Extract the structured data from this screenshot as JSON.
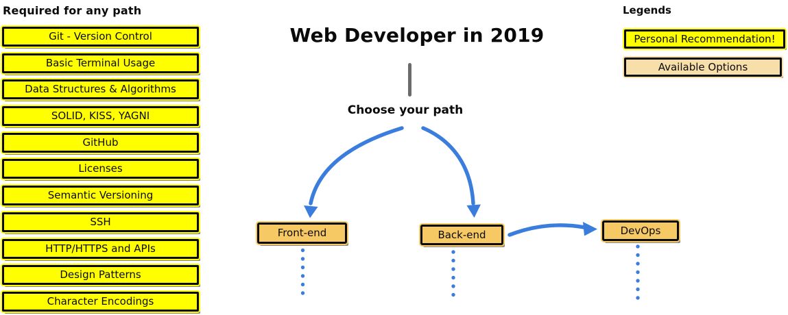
{
  "title": "Web Developer in 2019",
  "choose_path_label": "Choose your path",
  "required_section": {
    "header": "Required for any path",
    "items": [
      "Git - Version Control",
      "Basic Terminal Usage",
      "Data Structures & Algorithms",
      "SOLID, KISS, YAGNI",
      "GitHub",
      "Licenses",
      "Semantic Versioning",
      "SSH",
      "HTTP/HTTPS and APIs",
      "Design Patterns",
      "Character Encodings"
    ]
  },
  "paths": {
    "front_end": "Front-end",
    "back_end": "Back-end",
    "devops": "DevOps"
  },
  "legends": {
    "header": "Legends",
    "personal_recommendation": {
      "label": "Personal Recommendation!",
      "color": "#ffff00"
    },
    "available_options": {
      "label": "Available Options",
      "color": "#f8dfa9"
    }
  },
  "colors": {
    "required_box_fill": "#ffff00",
    "path_box_fill": "#f6c965",
    "available_fill": "#f8dfa9",
    "arrow_blue": "#3b7ddd",
    "stem_gray": "#6b6b6b",
    "border_black": "#0a0a0a",
    "background": "#ffffff"
  }
}
